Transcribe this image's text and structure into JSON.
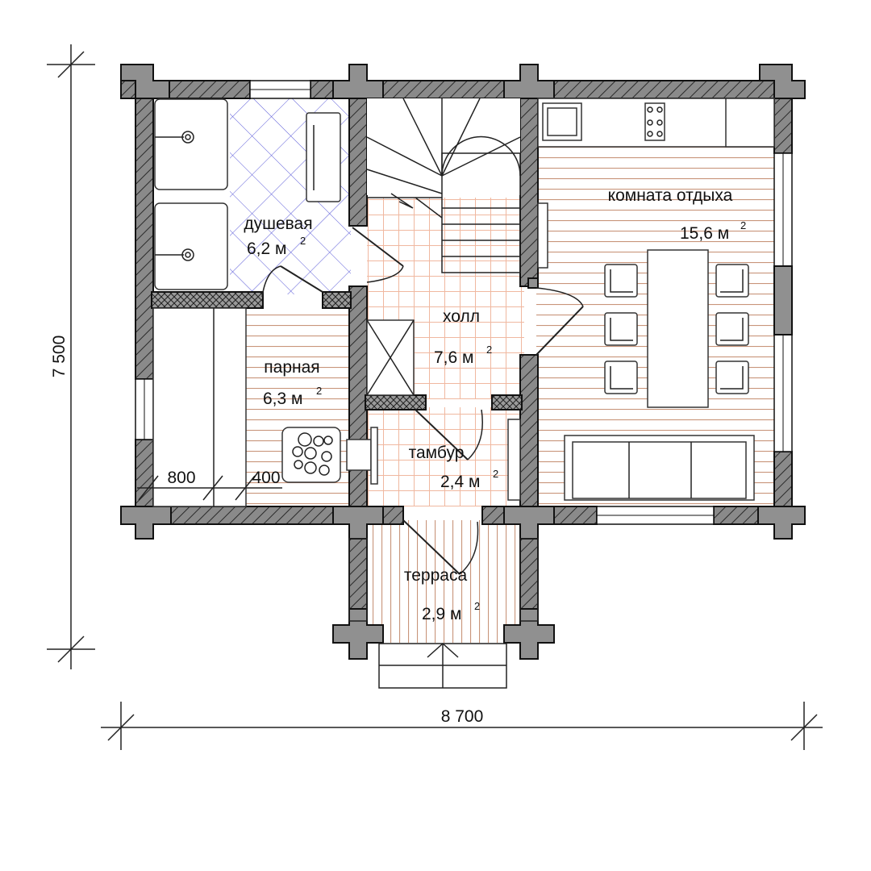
{
  "plan": {
    "rooms": [
      {
        "id": "shower",
        "name": "душевая",
        "area": "6,2 м",
        "unit_sup": "2"
      },
      {
        "id": "sauna",
        "name": "парная",
        "area": "6,3 м",
        "unit_sup": "2"
      },
      {
        "id": "hall",
        "name": "холл",
        "area": "7,6 м",
        "unit_sup": "2"
      },
      {
        "id": "vestibule",
        "name": "тамбур",
        "area": "2,4 м",
        "unit_sup": "2"
      },
      {
        "id": "living",
        "name": "комната отдыха",
        "area": "15,6 м",
        "unit_sup": "2"
      },
      {
        "id": "terrace",
        "name": "терраса",
        "area": "2,9 м",
        "unit_sup": "2"
      }
    ],
    "dimensions": {
      "height": "7 500",
      "width": "8 700",
      "bench_a": "800",
      "bench_b": "400"
    },
    "colors": {
      "wall_fill": "#909090",
      "tile_grid": "#3a3ad0",
      "wood_floor": "#c8957a",
      "orange_grid": "#e8a488"
    }
  }
}
